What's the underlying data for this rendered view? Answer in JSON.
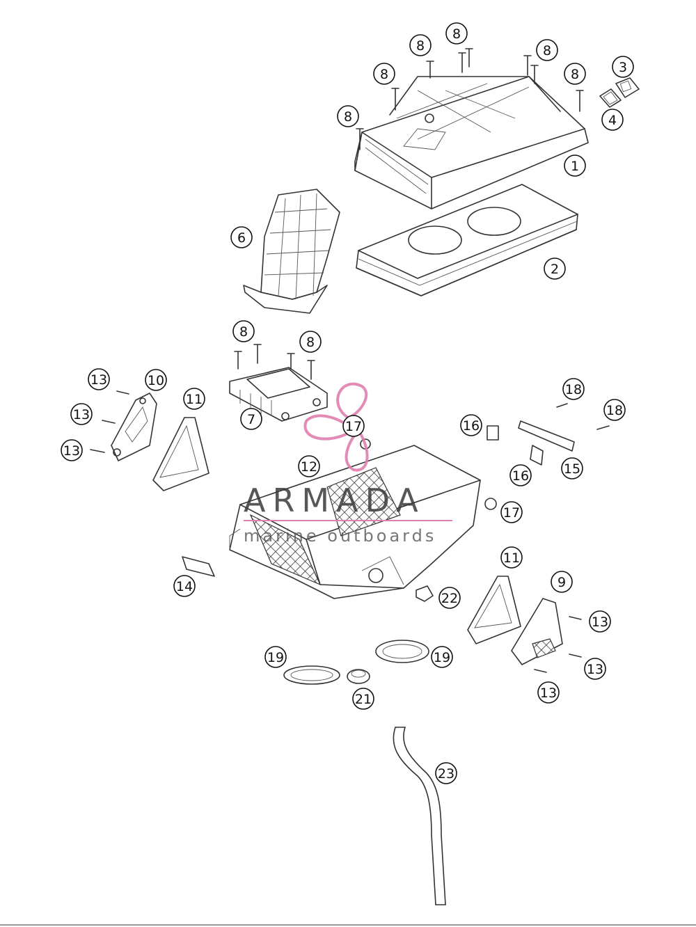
{
  "watermark": {
    "brand": "ARMADA",
    "tagline": "marine outboards",
    "brand_color": "#e07fb0",
    "icon": "propeller-logo-icon"
  },
  "callouts": [
    {
      "id": "c-8a",
      "label": "8"
    },
    {
      "id": "c-8b",
      "label": "8"
    },
    {
      "id": "c-8c",
      "label": "8"
    },
    {
      "id": "c-8d",
      "label": "8"
    },
    {
      "id": "c-8e",
      "label": "8"
    },
    {
      "id": "c-8f",
      "label": "8"
    },
    {
      "id": "c-3",
      "label": "3"
    },
    {
      "id": "c-4",
      "label": "4"
    },
    {
      "id": "c-1",
      "label": "1"
    },
    {
      "id": "c-6",
      "label": "6"
    },
    {
      "id": "c-2",
      "label": "2"
    },
    {
      "id": "c-8g",
      "label": "8"
    },
    {
      "id": "c-8h",
      "label": "8"
    },
    {
      "id": "c-13a",
      "label": "13"
    },
    {
      "id": "c-10",
      "label": "10"
    },
    {
      "id": "c-11a",
      "label": "11"
    },
    {
      "id": "c-13b",
      "label": "13"
    },
    {
      "id": "c-13c",
      "label": "13"
    },
    {
      "id": "c-7",
      "label": "7"
    },
    {
      "id": "c-17a",
      "label": "17"
    },
    {
      "id": "c-12",
      "label": "12"
    },
    {
      "id": "c-18a",
      "label": "18"
    },
    {
      "id": "c-18b",
      "label": "18"
    },
    {
      "id": "c-16a",
      "label": "16"
    },
    {
      "id": "c-16b",
      "label": "16"
    },
    {
      "id": "c-15",
      "label": "15"
    },
    {
      "id": "c-17b",
      "label": "17"
    },
    {
      "id": "c-11b",
      "label": "11"
    },
    {
      "id": "c-9",
      "label": "9"
    },
    {
      "id": "c-14",
      "label": "14"
    },
    {
      "id": "c-22",
      "label": "22"
    },
    {
      "id": "c-13d",
      "label": "13"
    },
    {
      "id": "c-13e",
      "label": "13"
    },
    {
      "id": "c-13f",
      "label": "13"
    },
    {
      "id": "c-19a",
      "label": "19"
    },
    {
      "id": "c-19b",
      "label": "19"
    },
    {
      "id": "c-21",
      "label": "21"
    },
    {
      "id": "c-23",
      "label": "23"
    }
  ]
}
